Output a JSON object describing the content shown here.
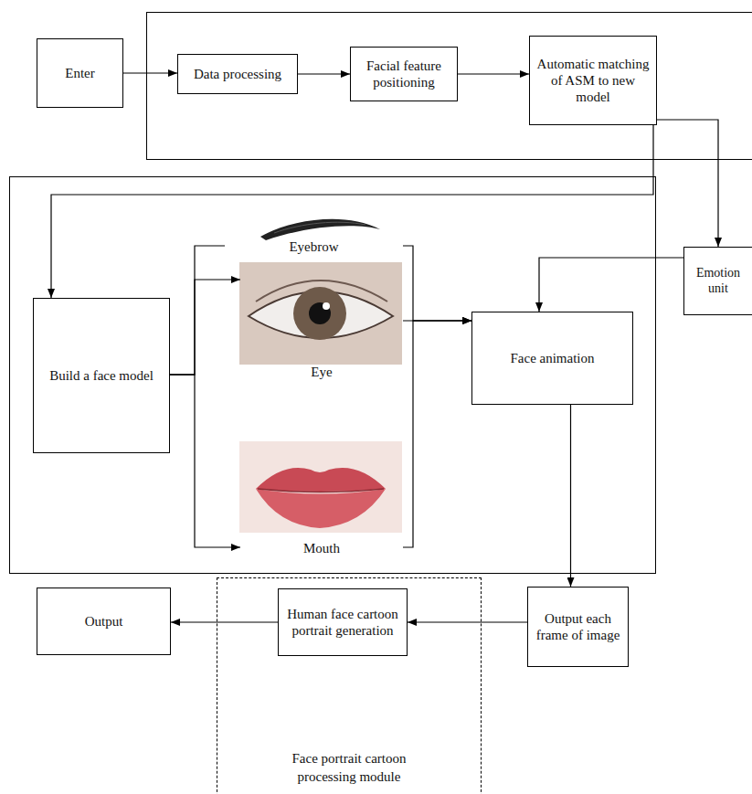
{
  "diagram": {
    "nodes": [
      {
        "text": [
          "Enter"
        ]
      },
      {
        "text": []
      },
      {
        "text": [
          "Data processing"
        ],
        "in": 1
      },
      {
        "text": [
          "Facial feature positioning"
        ],
        "in": 1
      },
      {
        "text": [
          "Automatic matching of ASM to new model"
        ],
        "in": 1
      },
      {
        "text": []
      },
      {
        "text": [
          "Build a face model"
        ],
        "in": 5
      },
      {
        "text": [
          "Eyebrow"
        ],
        "in": 5
      },
      {
        "text": [
          "Eye"
        ],
        "in": 5
      },
      {
        "text": [
          "Mouth"
        ],
        "in": 5
      },
      {
        "text": [
          "Face animation"
        ],
        "in": 5
      },
      {
        "text": [
          "Emotion unit"
        ]
      },
      {
        "text": [
          "Output each frame of image"
        ]
      },
      {
        "text": [
          "Face portrait cartoon processing module"
        ]
      },
      {
        "text": [
          "Human face cartoon portrait generation"
        ],
        "in": 13
      },
      {
        "text": [
          "Output"
        ]
      }
    ],
    "edges": [
      {
        "from": 0,
        "to": 2,
        "arrow": "to"
      },
      {
        "from": 2,
        "to": 3,
        "arrow": "to"
      },
      {
        "from": 3,
        "to": 4,
        "arrow": "to"
      },
      {
        "from": 4,
        "to": 6,
        "arrow": "to"
      },
      {
        "from": 4,
        "to": 11,
        "arrow": "to"
      },
      {
        "from": 11,
        "to": 10,
        "arrow": "to"
      },
      {
        "from": 6,
        "to": 7,
        "arrow": "none"
      },
      {
        "from": 6,
        "to": 8,
        "arrow": "to"
      },
      {
        "from": 6,
        "to": 9,
        "arrow": "to"
      },
      {
        "from": 7,
        "to": 10,
        "arrow": "to"
      },
      {
        "from": 8,
        "to": 10,
        "arrow": "to"
      },
      {
        "from": 9,
        "to": 10,
        "arrow": "to"
      },
      {
        "from": 10,
        "to": 12,
        "arrow": "to"
      },
      {
        "from": 12,
        "to": 14,
        "arrow": "to"
      },
      {
        "from": 14,
        "to": 15,
        "arrow": "to"
      }
    ]
  }
}
